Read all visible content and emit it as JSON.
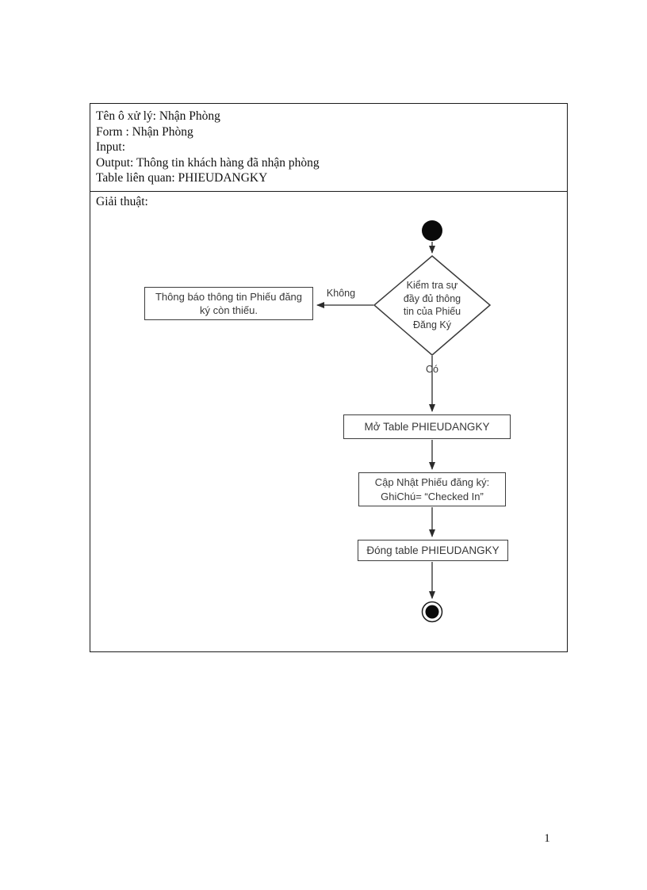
{
  "page_number": "1",
  "info_table": {
    "rows": [
      "Tên ô xử lý: Nhận Phòng",
      "Form : Nhận Phòng",
      "Input:",
      "Output: Thông tin khách hàng đã nhận phòng",
      "Table liên quan: PHIEUDANGKY"
    ],
    "algorithm_label": "Giải thuật:"
  },
  "flowchart": {
    "decision_text": "Kiểm tra sự\nđầy đủ thông\ntin của Phiếu\nĐăng Ký",
    "no_label": "Không",
    "yes_label": "Có",
    "notify_text": "Thông báo thông tin Phiếu đăng\nký còn thiếu.",
    "step_open": "Mở Table PHIEUDANGKY",
    "step_update": "Cập Nhật Phiếu đăng ký:\nGhiChú= “Checked In”",
    "step_close": "Đóng table PHIEUDANGKY"
  },
  "colors": {
    "table_border": "#1b1b1b",
    "flow_stroke": "#3d3d3d",
    "node_fill": "#0a0a0a",
    "background": "#ffffff"
  }
}
